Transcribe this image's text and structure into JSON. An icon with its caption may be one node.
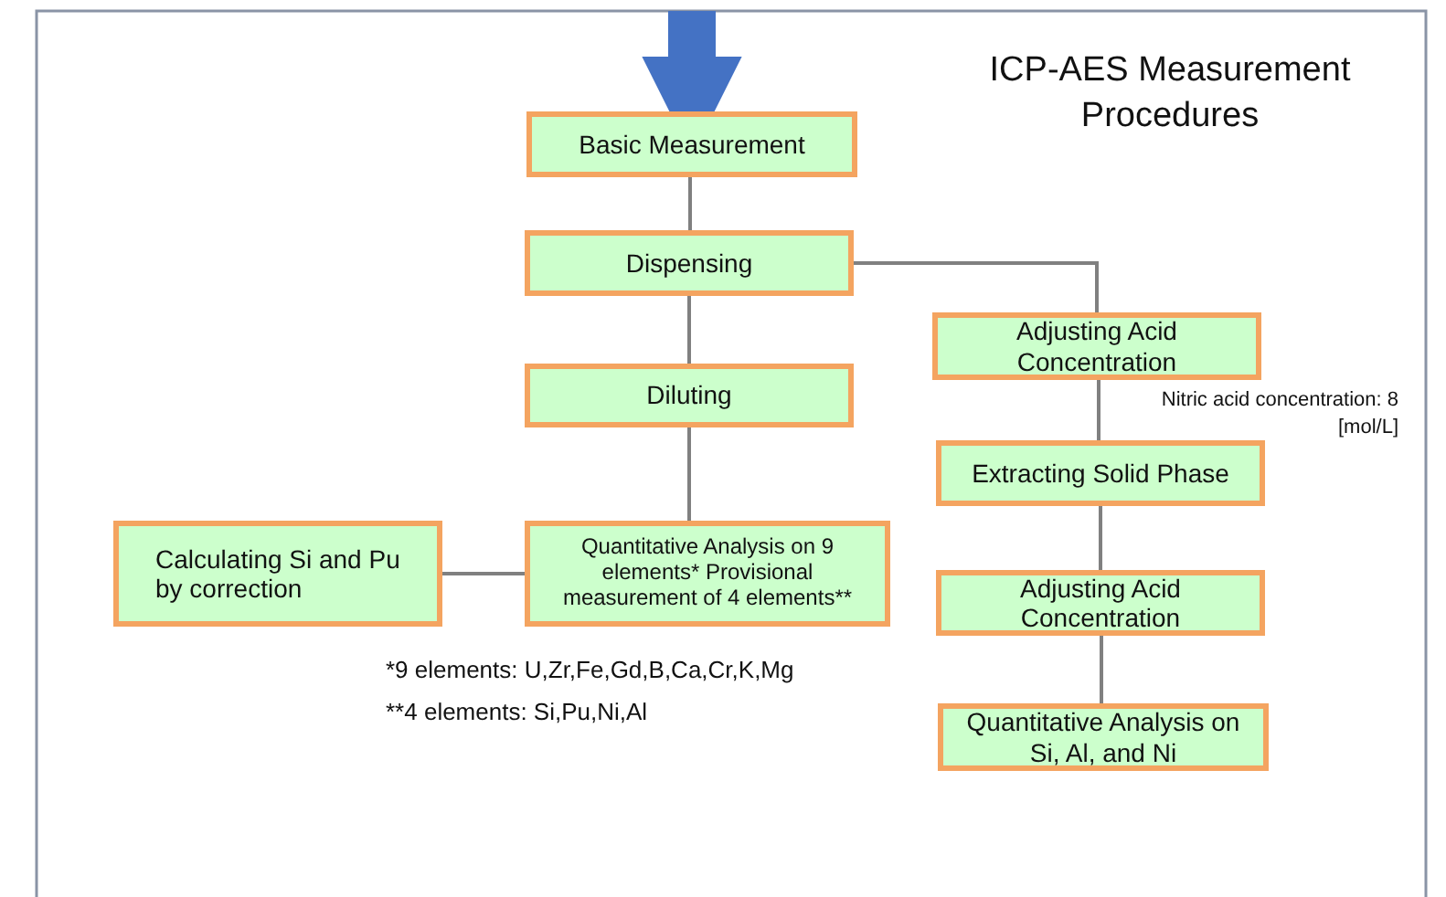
{
  "diagram": {
    "title": "ICP-AES Measurement Procedures",
    "nodes": [
      {
        "text": [
          "Basic Measurement"
        ]
      },
      {
        "text": [
          "Dispensing"
        ]
      },
      {
        "text": [
          "Diluting"
        ]
      },
      {
        "text": [
          "Calculating Si and Pu by correction"
        ]
      },
      {
        "text": [
          "Quantitative Analysis on 9 elements* Provisional measurement of 4 elements**"
        ]
      },
      {
        "text": [
          "Adjusting Acid Concentration"
        ],
        "beside": [
          "Nitric acid concentration: 8 [mol/L]"
        ]
      },
      {
        "text": [
          "Extracting Solid Phase"
        ]
      },
      {
        "text": [
          "Adjusting Acid Concentration"
        ]
      },
      {
        "text": [
          "Quantitative Analysis on Si, Al, and Ni"
        ]
      }
    ],
    "edges": [
      {
        "from": null,
        "to": 0,
        "arrow": "to",
        "style": "thick",
        "color": "#4472c4"
      },
      {
        "from": 0,
        "to": 1,
        "arrow": "none"
      },
      {
        "from": 1,
        "to": 2,
        "arrow": "none"
      },
      {
        "from": 2,
        "to": 4,
        "arrow": "none"
      },
      {
        "from": 4,
        "to": 3,
        "arrow": "none"
      },
      {
        "from": 1,
        "to": 5,
        "arrow": "none"
      },
      {
        "from": 5,
        "to": 6,
        "arrow": "none"
      },
      {
        "from": 6,
        "to": 7,
        "arrow": "none"
      },
      {
        "from": 7,
        "to": 8,
        "arrow": "none"
      }
    ],
    "labels": [
      "*9 elements: U,Zr,Fe,Gd,B,Ca,Cr,K,Mg",
      "**4 elements: Si,Pu,Ni,Al"
    ]
  }
}
